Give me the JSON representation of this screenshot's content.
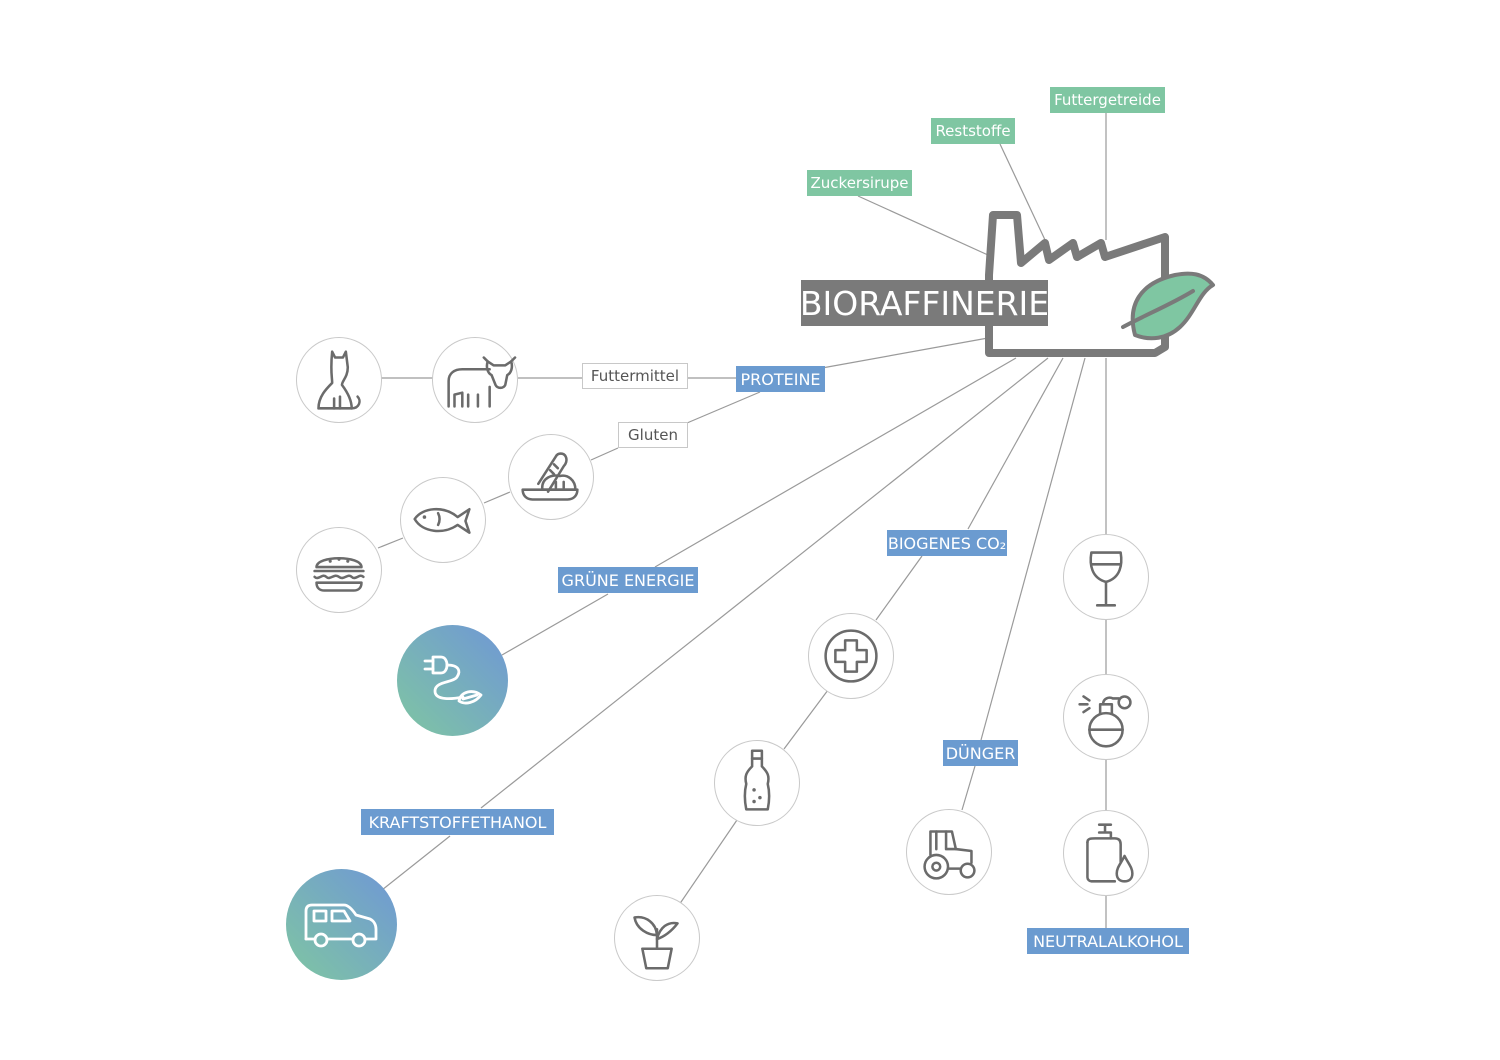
{
  "title": "BIORAFFINERIE",
  "inputs": {
    "zuckersirupe": "Zuckersirupe",
    "reststoffe": "Reststoffe",
    "futtergetreide": "Futtergetreide"
  },
  "categories": {
    "proteine": "PROTEINE",
    "gruene_energie": "GRÜNE ENERGIE",
    "biogenes_co2": "BIOGENES CO₂",
    "duenger": "DÜNGER",
    "kraftstoffethanol": "KRAFTSTOFFETHANOL",
    "neutralalkohol": "NEUTRALALKOHOL"
  },
  "subcategories": {
    "futtermittel": "Futtermittel",
    "gluten": "Gluten"
  },
  "icons": {
    "factory": "factory-icon",
    "leaf": "leaf-icon",
    "cat": "cat-icon",
    "cow": "cow-icon",
    "bread": "bread-icon",
    "fish": "fish-icon",
    "burger": "burger-icon",
    "plug": "plug-icon",
    "car": "car-icon",
    "medical_cross": "medical-cross-icon",
    "soda_bottle": "soda-bottle-icon",
    "plant": "plant-pot-icon",
    "tractor": "tractor-icon",
    "wine_glass": "wine-glass-icon",
    "perfume": "perfume-icon",
    "soap_dispenser": "soap-dispenser-icon"
  },
  "colors": {
    "input_green": "#7fc6a2",
    "category_blue": "#6b9bd0",
    "title_gray": "#7a7a7a",
    "icon_gray": "#6b6b6b",
    "line_gray": "#9a9a9a"
  }
}
